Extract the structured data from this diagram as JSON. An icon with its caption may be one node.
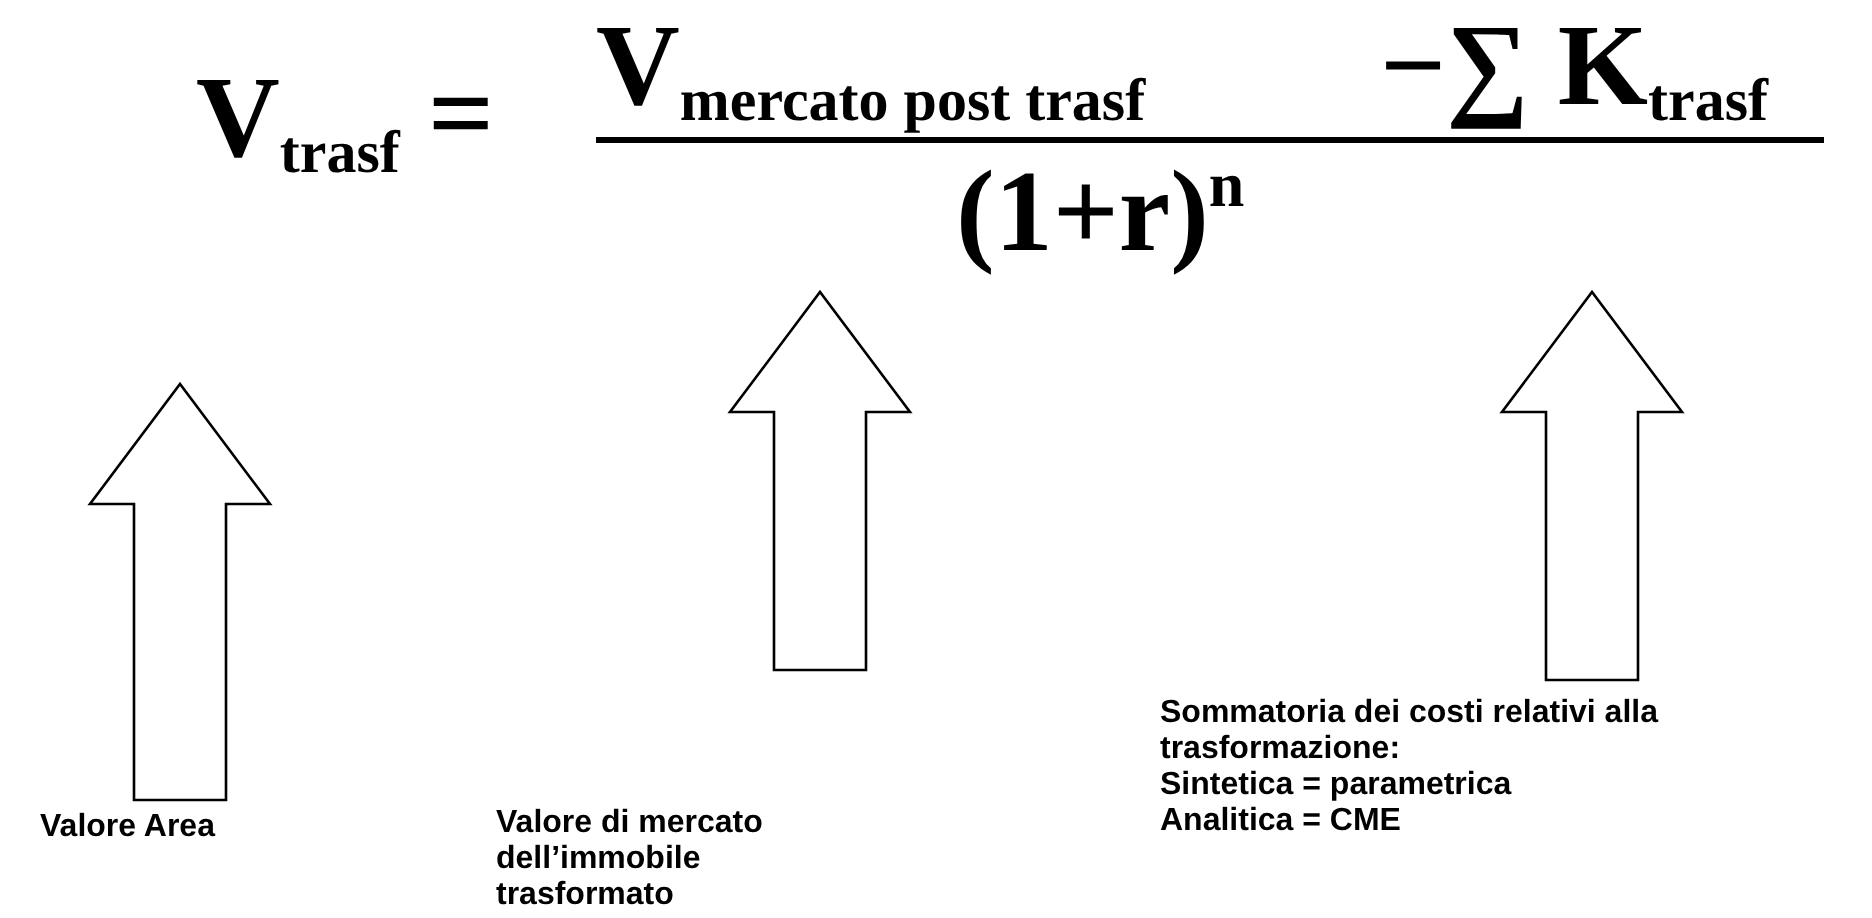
{
  "diagram": {
    "nodes": [
      {
        "text": [
          "V$_{trasf}$"
        ]
      },
      {
        "text": [
          "V$_{mercato post trasf}$"
        ]
      },
      {
        "text": [
          "−∑ K$_{trasf}$"
        ]
      },
      {
        "text": [
          "(1+r)$^{n}$"
        ]
      },
      {
        "text": [
          "Valore Area"
        ]
      },
      {
        "text": [
          "Valore di mercato dell’immobile trasformato"
        ]
      },
      {
        "text": [
          "Sommatoria dei costi relativi alla trasformazione:",
          "Sintetica = parametrica",
          "Analitica = CME"
        ]
      }
    ],
    "edges": [
      {
        "from": 4,
        "to": 0,
        "arrow": "to"
      },
      {
        "from": 5,
        "to": 1,
        "arrow": "to"
      },
      {
        "from": 6,
        "to": 2,
        "arrow": "to"
      }
    ],
    "labels": [
      "="
    ]
  }
}
